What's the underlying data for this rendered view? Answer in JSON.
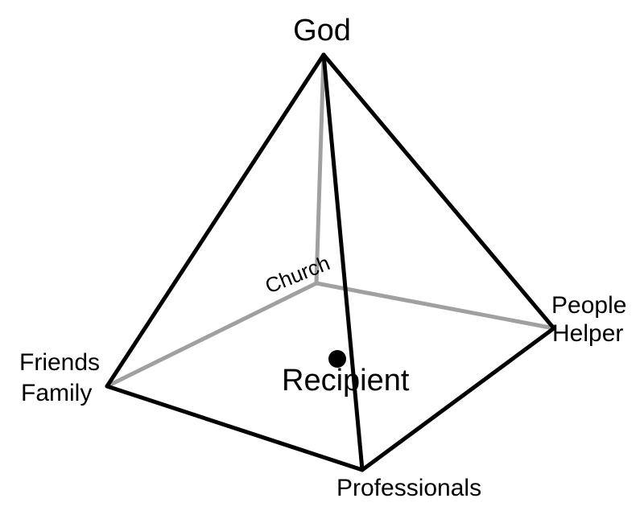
{
  "labels": {
    "apex": "God",
    "back": "Church",
    "left_line1": "Friends",
    "left_line2": "Family",
    "right_line1": "People",
    "right_line2": "Helper",
    "front": "Professionals",
    "center": "Recipient"
  },
  "colors": {
    "edge": "#000000",
    "hidden_edge": "#a0a0a0"
  }
}
